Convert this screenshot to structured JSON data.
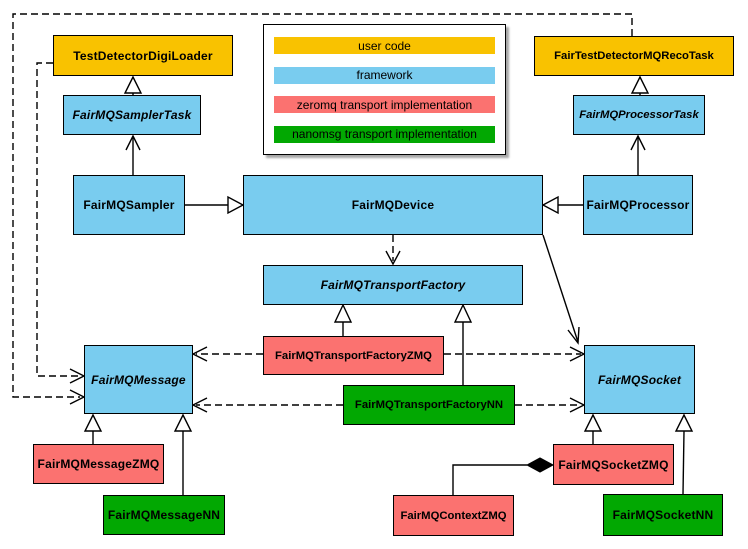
{
  "colors": {
    "user_code": "#F9C200",
    "framework": "#79CCEF",
    "zeromq_transport": "#FB7270",
    "nanomsg_transport": "#02A802",
    "border": "#000000",
    "background": "#FFFFFF"
  },
  "legend": {
    "items": [
      {
        "label": "user code",
        "color": "#F9C200"
      },
      {
        "label": "framework",
        "color": "#79CCEF"
      },
      {
        "label": "zeromq transport implementation",
        "color": "#FB7270"
      },
      {
        "label": "nanomsg transport implementation",
        "color": "#02A802"
      }
    ]
  },
  "nodes": {
    "testDetectorDigiLoader": {
      "label": "TestDetectorDigiLoader",
      "category": "user code"
    },
    "fairTestDetectorMQRecoTask": {
      "label": "FairTestDetectorMQRecoTask",
      "category": "user code"
    },
    "fairMQSamplerTask": {
      "label": "FairMQSamplerTask",
      "category": "framework",
      "abstract": true
    },
    "fairMQProcessorTask": {
      "label": "FairMQProcessorTask",
      "category": "framework",
      "abstract": true
    },
    "fairMQSampler": {
      "label": "FairMQSampler",
      "category": "framework"
    },
    "fairMQDevice": {
      "label": "FairMQDevice",
      "category": "framework"
    },
    "fairMQProcessor": {
      "label": "FairMQProcessor",
      "category": "framework"
    },
    "fairMQTransportFactory": {
      "label": "FairMQTransportFactory",
      "category": "framework",
      "abstract": true
    },
    "fairMQTransportFactoryZMQ": {
      "label": "FairMQTransportFactoryZMQ",
      "category": "zeromq transport implementation"
    },
    "fairMQTransportFactoryNN": {
      "label": "FairMQTransportFactoryNN",
      "category": "nanomsg transport implementation"
    },
    "fairMQMessage": {
      "label": "FairMQMessage",
      "category": "framework",
      "abstract": true
    },
    "fairMQSocket": {
      "label": "FairMQSocket",
      "category": "framework",
      "abstract": true
    },
    "fairMQMessageZMQ": {
      "label": "FairMQMessageZMQ",
      "category": "zeromq transport implementation"
    },
    "fairMQMessageNN": {
      "label": "FairMQMessageNN",
      "category": "nanomsg transport implementation"
    },
    "fairMQSocketZMQ": {
      "label": "FairMQSocketZMQ",
      "category": "zeromq transport implementation"
    },
    "fairMQContextZMQ": {
      "label": "FairMQContextZMQ",
      "category": "zeromq transport implementation"
    },
    "fairMQSocketNN": {
      "label": "FairMQSocketNN",
      "category": "nanomsg transport implementation"
    }
  },
  "edges": [
    {
      "from": "FairMQSamplerTask",
      "to": "TestDetectorDigiLoader",
      "style": "solid-hollow-triangle"
    },
    {
      "from": "FairMQProcessorTask",
      "to": "FairTestDetectorMQRecoTask",
      "style": "solid-hollow-triangle"
    },
    {
      "from": "FairMQSampler",
      "to": "FairMQSamplerTask",
      "style": "solid-open-arrow"
    },
    {
      "from": "FairMQProcessor",
      "to": "FairMQProcessorTask",
      "style": "solid-open-arrow"
    },
    {
      "from": "FairMQSampler",
      "to": "FairMQDevice",
      "style": "solid-hollow-triangle"
    },
    {
      "from": "FairMQProcessor",
      "to": "FairMQDevice",
      "style": "solid-hollow-triangle"
    },
    {
      "from": "FairMQDevice",
      "to": "FairMQTransportFactory",
      "style": "dashed-open-arrow"
    },
    {
      "from": "FairMQDevice",
      "to": "FairMQSocket",
      "style": "solid-open-arrow"
    },
    {
      "from": "FairMQTransportFactoryZMQ",
      "to": "FairMQTransportFactory",
      "style": "solid-hollow-triangle"
    },
    {
      "from": "FairMQTransportFactoryNN",
      "to": "FairMQTransportFactory",
      "style": "solid-hollow-triangle"
    },
    {
      "from": "TestDetectorDigiLoader",
      "to": "FairMQMessage",
      "style": "dashed-open-arrow"
    },
    {
      "from": "FairTestDetectorMQRecoTask",
      "to": "FairMQMessage",
      "style": "dashed-open-arrow"
    },
    {
      "from": "FairMQTransportFactoryZMQ",
      "to": "FairMQMessage",
      "style": "dashed-open-arrow"
    },
    {
      "from": "FairMQTransportFactoryZMQ",
      "to": "FairMQSocket",
      "style": "dashed-open-arrow"
    },
    {
      "from": "FairMQTransportFactoryNN",
      "to": "FairMQMessage",
      "style": "dashed-open-arrow"
    },
    {
      "from": "FairMQTransportFactoryNN",
      "to": "FairMQSocket",
      "style": "dashed-open-arrow"
    },
    {
      "from": "FairMQMessageZMQ",
      "to": "FairMQMessage",
      "style": "solid-hollow-triangle"
    },
    {
      "from": "FairMQMessageNN",
      "to": "FairMQMessage",
      "style": "solid-hollow-triangle"
    },
    {
      "from": "FairMQSocketZMQ",
      "to": "FairMQSocket",
      "style": "solid-hollow-triangle"
    },
    {
      "from": "FairMQSocketNN",
      "to": "FairMQSocket",
      "style": "solid-hollow-triangle"
    },
    {
      "from": "FairMQContextZMQ",
      "to": "FairMQSocketZMQ",
      "style": "solid-filled-diamond-composition"
    }
  ]
}
